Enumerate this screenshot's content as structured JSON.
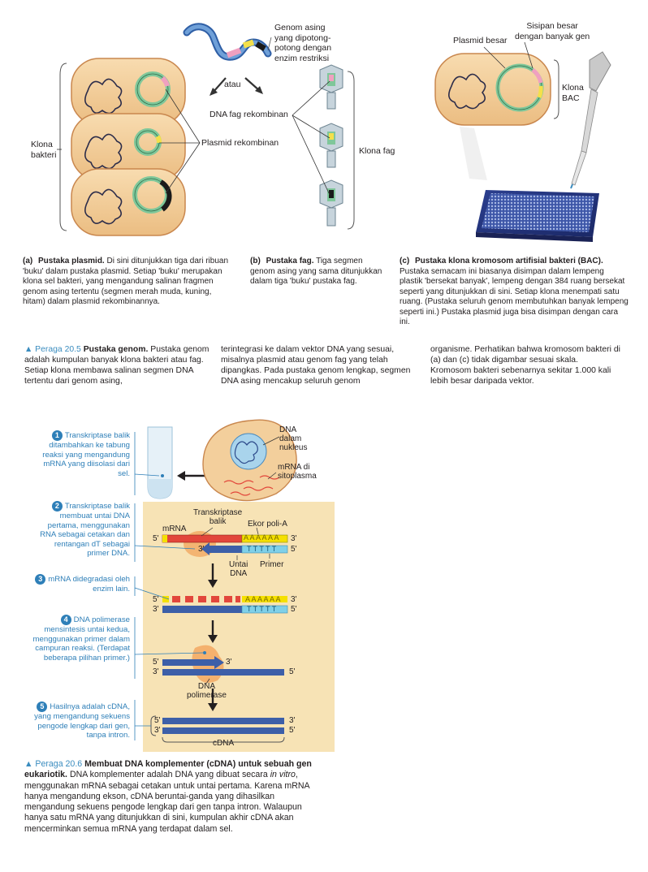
{
  "fig205": {
    "labels": {
      "genom_asing": [
        "Genom asing",
        "yang dipotong-",
        "potong dengan",
        "enzim restriksi"
      ],
      "atau": "atau",
      "dna_fag": "DNA fag rekombinan",
      "plasmid_rek": "Plasmid rekombinan",
      "klona_bakteri": [
        "Klona",
        "bakteri"
      ],
      "klona_fag": "Klona fag",
      "plasmid_besar": "Plasmid besar",
      "sisipan_besar": [
        "Sisipan besar",
        "dengan banyak gen"
      ],
      "klona_bac": [
        "Klona",
        "BAC"
      ]
    },
    "caption_a": {
      "letter": "(a)",
      "title": "Pustaka plasmid.",
      "text": "Di sini ditunjukkan tiga dari ribuan 'buku' dalam pustaka plasmid. Setiap 'buku' merupakan klona sel bakteri, yang mengandung salinan fragmen genom asing tertentu (segmen merah muda, kuning, hitam) dalam plasmid rekombinannya."
    },
    "caption_b": {
      "letter": "(b)",
      "title": "Pustaka fag.",
      "text": "Tiga segmen genom asing yang sama ditunjukkan dalam tiga 'buku' pustaka fag."
    },
    "caption_c": {
      "letter": "(c)",
      "title": "Pustaka klona kromosom artifisial bakteri (BAC).",
      "text": "Pustaka semacam ini biasanya disimpan dalam lempeng plastik 'bersekat banyak', lempeng dengan 384 ruang bersekat seperti yang ditunjukkan di sini. Setiap klona menempati satu ruang. (Pustaka seluruh genom membutuhkan banyak lempeng seperti ini.) Pustaka plasmid juga bisa disimpan dengan cara ini."
    },
    "figure_caption": {
      "marker": "▲ Peraga 20.5",
      "title": "Pustaka genom.",
      "col1": "Pustaka genom adalah kumpulan banyak klona bakteri atau fag. Setiap klona membawa salinan segmen DNA tertentu dari genom asing,",
      "col2": "terintegrasi ke dalam vektor DNA yang sesuai, misalnya plasmid atau genom fag yang telah dipangkas. Pada pustaka genom lengkap, segmen DNA asing mencakup seluruh genom",
      "col3": "organisme. Perhatikan bahwa kromosom bakteri di (a) dan (c) tidak digambar sesuai skala. Kromosom bakteri sebenarnya sekitar 1.000 kali lebih besar daripada vektor."
    }
  },
  "fig206": {
    "steps": [
      {
        "num": "1",
        "text": "Transkriptase balik ditambahkan ke tabung reaksi yang mengandung mRNA yang diisolasi dari sel."
      },
      {
        "num": "2",
        "text": "Transkriptase balik membuat untai DNA pertama, menggunakan RNA sebagai cetakan dan rentangan dT sebagai primer DNA."
      },
      {
        "num": "3",
        "text": "mRNA didegradasi oleh enzim lain."
      },
      {
        "num": "4",
        "text": "DNA polimerase mensintesis untai kedua, menggunakan primer dalam campuran reaksi. (Terdapat beberapa pilihan primer.)"
      },
      {
        "num": "5",
        "text": "Hasilnya adalah cDNA, yang mengandung sekuens pengode lengkap dari gen, tanpa intron."
      }
    ],
    "labels": {
      "dna_nukleus": [
        "DNA",
        "dalam",
        "nukleus"
      ],
      "mrna_sito": [
        "mRNA di",
        "sitoplasma"
      ],
      "transkriptase": [
        "Transkriptase",
        "balik"
      ],
      "ekor": "Ekor poli-A",
      "mrna": "mRNA",
      "untai": [
        "Untai",
        "DNA"
      ],
      "primer": "Primer",
      "dna_pol": [
        "DNA",
        "polimerase"
      ],
      "cdna": "cDNA",
      "five": "5'",
      "three": "3'",
      "polyA": "A A A A A A",
      "polyA2": "A A A  A A A",
      "polyT": "T T T T T"
    },
    "figure_caption": {
      "marker": "▲ Peraga 20.6",
      "title": "Membuat DNA komplementer (cDNA) untuk sebuah gen eukariotik.",
      "text_pre": "DNA komplementer adalah DNA yang dibuat secara",
      "text_italic": "in vitro",
      "text_post": ", menggunakan mRNA sebagai cetakan untuk untai pertama. Karena mRNA hanya mengandung ekson, cDNA beruntai-ganda yang dihasilkan mengandung sekuens pengode lengkap dari gen tanpa intron. Walaupun hanya satu mRNA yang ditunjukkan di sini, kumpulan akhir cDNA akan mencerminkan semua mRNA yang terdapat dalam sel."
    }
  },
  "colors": {
    "cell_fill": "#f3cf9c",
    "cell_stroke": "#c9874e",
    "plasmid": "#7fc79a",
    "tan_panel": "#f7e3b5",
    "dna_blue": "#3d5fa8",
    "mrna_red": "#e2463b",
    "polyA_yellow": "#f5e000",
    "primer_cyan": "#7fd0e8",
    "accent_blue": "#2e7fb8",
    "enzyme_orange": "#f2a45c"
  }
}
